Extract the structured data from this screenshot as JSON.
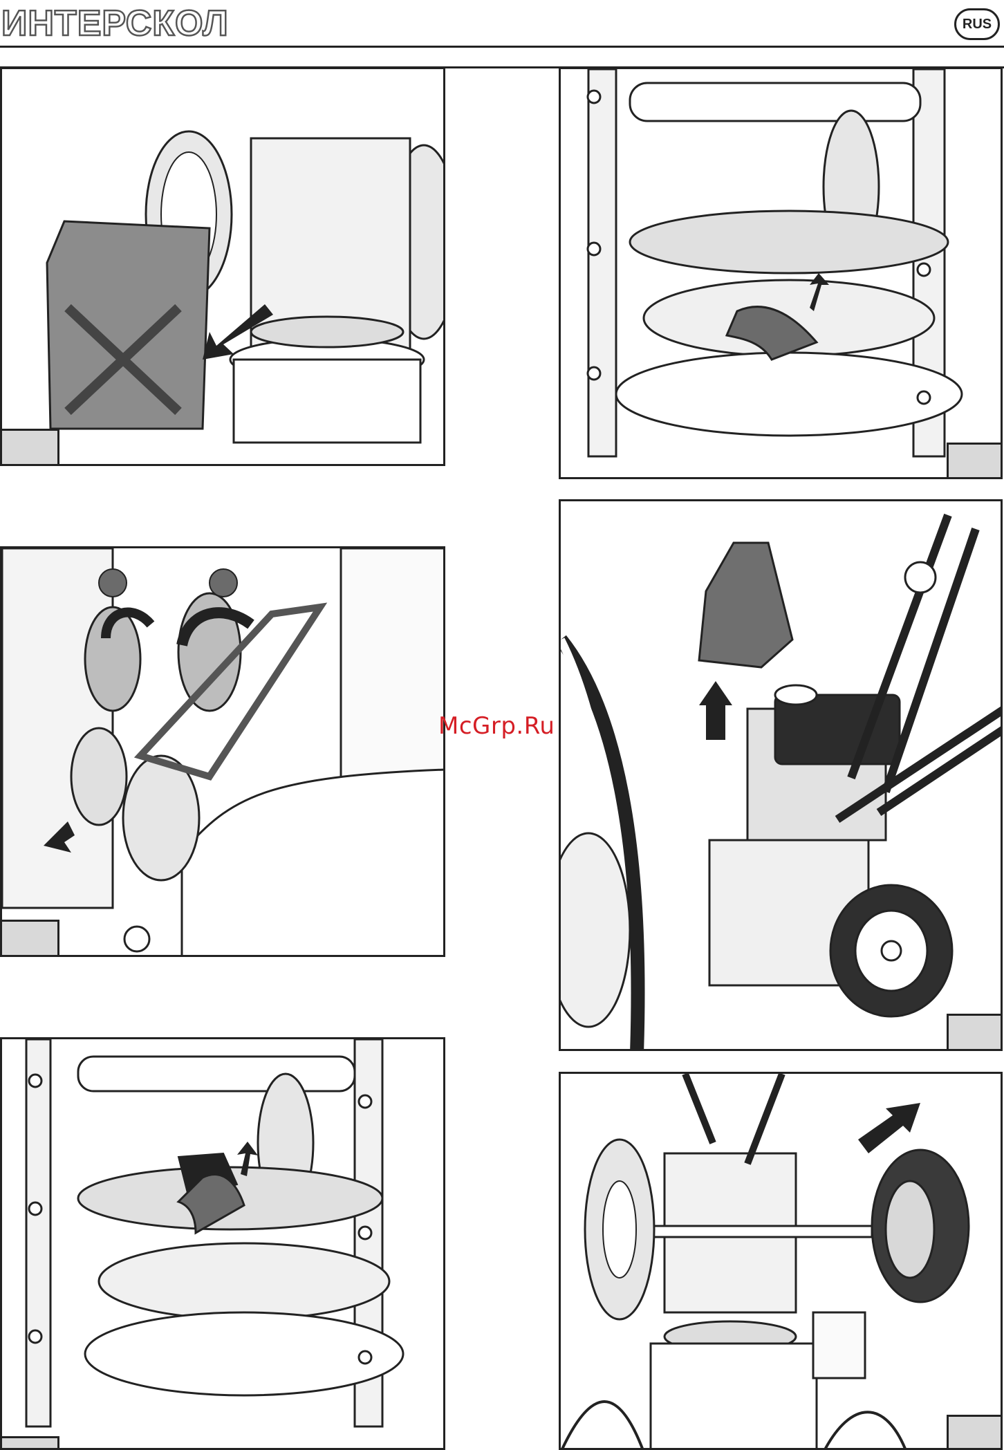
{
  "header": {
    "brand": "ИНТЕРСКОЛ",
    "language_badge": "RUS"
  },
  "watermark": "McGrp.Ru",
  "panels": [
    {
      "id": "p1",
      "content": "cover-removal",
      "icons": [
        "cover-plate-icon",
        "arrow-icon"
      ]
    },
    {
      "id": "p2",
      "content": "belt-on-pulley",
      "icons": [
        "pulley-icon",
        "belt-icon",
        "arrow-icon"
      ]
    },
    {
      "id": "p3",
      "content": "belt-routing",
      "icons": [
        "pulley-icon",
        "belt-icon",
        "arrow-icon"
      ]
    },
    {
      "id": "p4",
      "content": "belt-guard-removal",
      "icons": [
        "guard-icon",
        "arrow-icon"
      ]
    },
    {
      "id": "p5",
      "content": "belt-lift",
      "icons": [
        "pulley-icon",
        "belt-icon",
        "arrow-icon"
      ]
    },
    {
      "id": "p6",
      "content": "wheel-removal",
      "icons": [
        "wheel-icon",
        "arrow-icon"
      ]
    }
  ]
}
